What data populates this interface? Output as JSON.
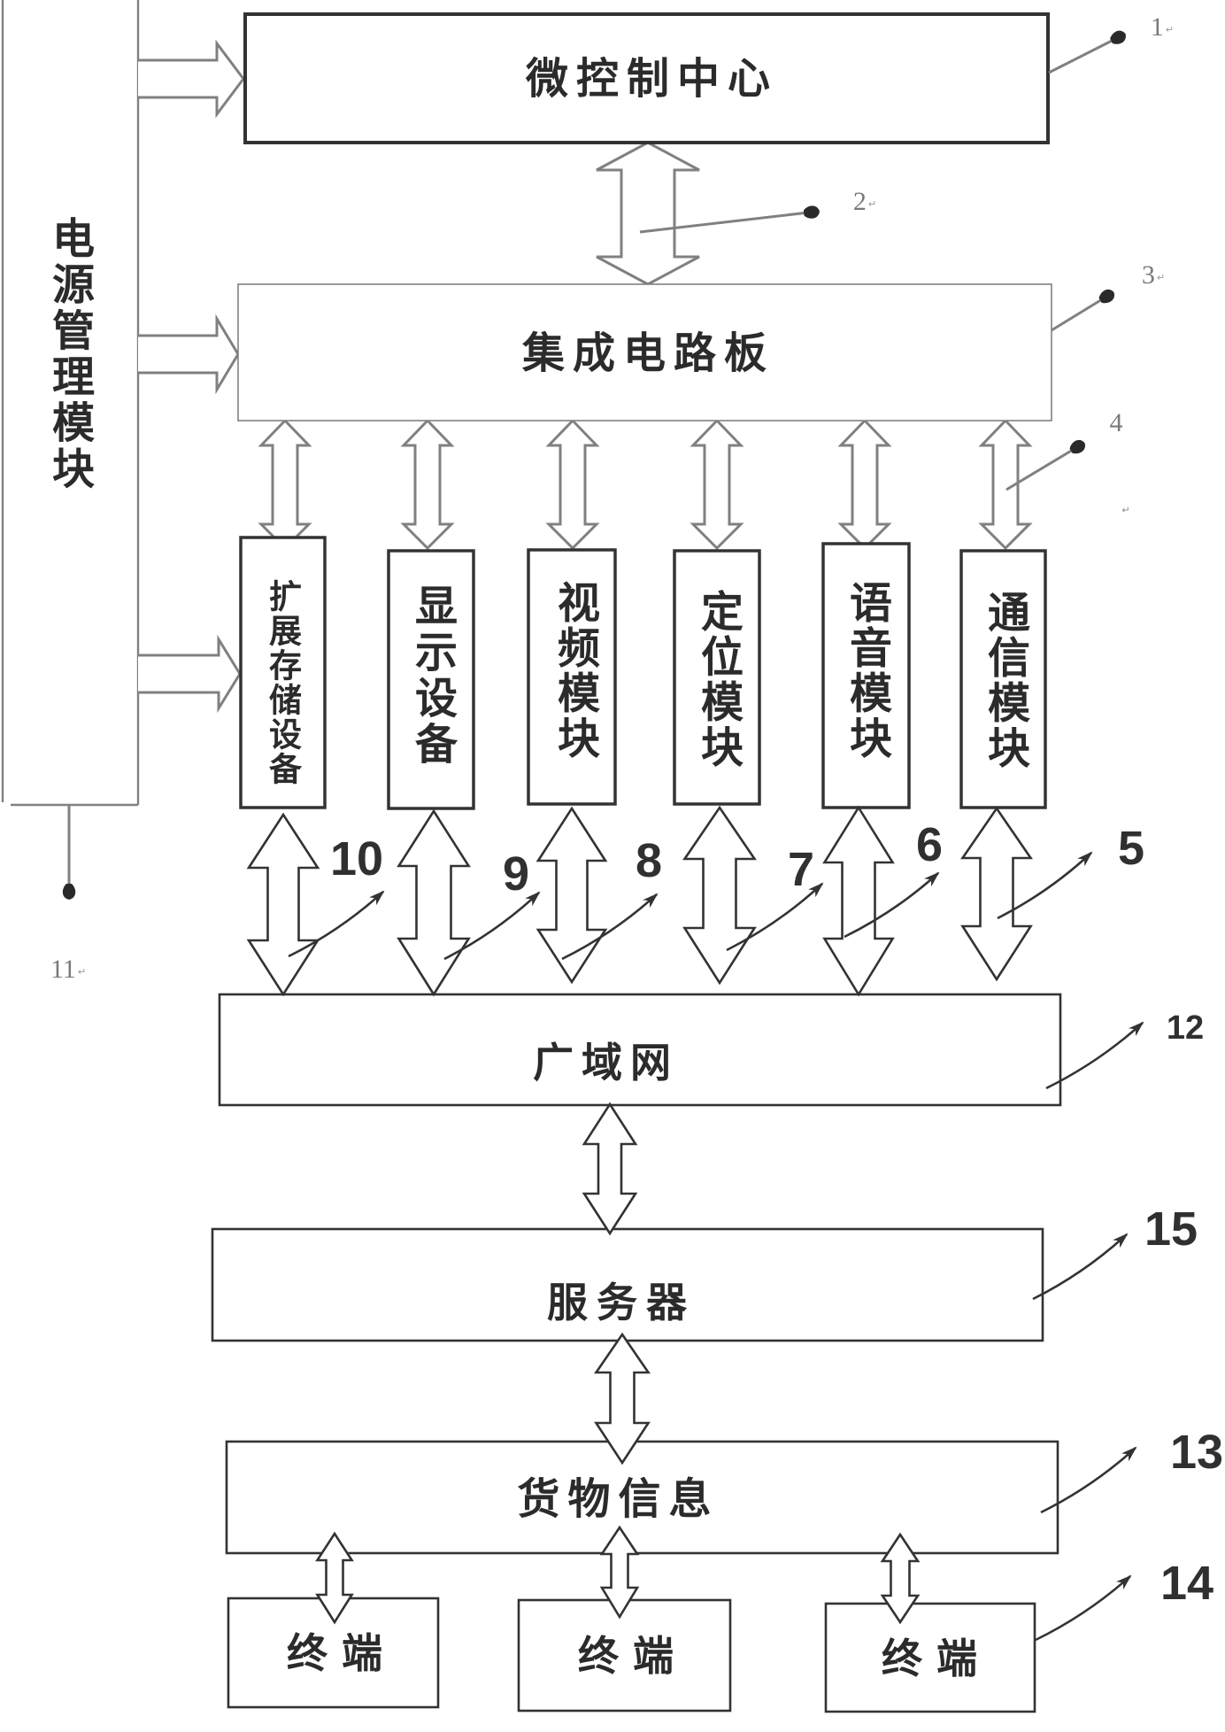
{
  "colors": {
    "line_dark": "#333333",
    "line_gray": "#808080",
    "text": "#2b2b2b",
    "background": "#ffffff"
  },
  "power_module": {
    "label": "电源管理模块",
    "ref": "11"
  },
  "micro_control_center": {
    "label": "微控制中心",
    "ref": "1"
  },
  "bus": {
    "ref": "2"
  },
  "integrated_circuit_board": {
    "label": "集成电路板",
    "ref": "3"
  },
  "module_bus": {
    "ref": "4"
  },
  "modules": [
    {
      "label": "扩展存储设备",
      "link_ref": "10"
    },
    {
      "label": "显示设备",
      "link_ref": "9"
    },
    {
      "label": "视频模块",
      "link_ref": "8"
    },
    {
      "label": "定位模块",
      "link_ref": "7"
    },
    {
      "label": "语音模块",
      "link_ref": "6"
    },
    {
      "label": "通信模块",
      "link_ref": "5"
    }
  ],
  "wan": {
    "label": "广域网",
    "ref": "12"
  },
  "server": {
    "label": "服务器",
    "ref": "15"
  },
  "cargo_info": {
    "label": "货物信息",
    "ref": "13"
  },
  "terminals": {
    "items": [
      {
        "label": "终端"
      },
      {
        "label": "终端"
      },
      {
        "label": "终端"
      }
    ],
    "ref": "14"
  },
  "paragraph_mark": "↵"
}
